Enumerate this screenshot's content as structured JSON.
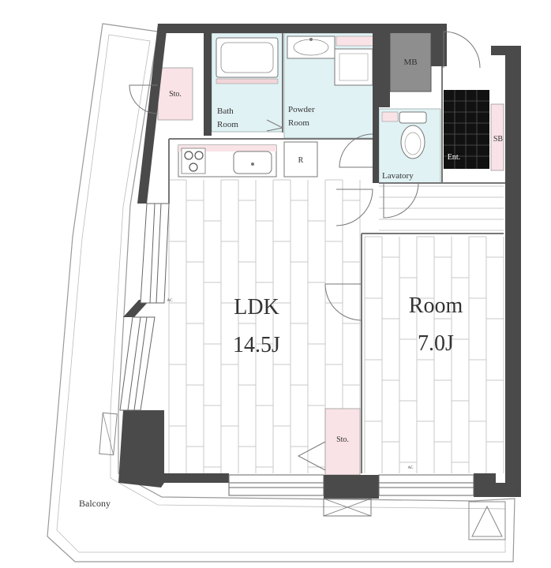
{
  "rooms": {
    "ldk_name": "LDK",
    "ldk_size": "14.5J",
    "room_name": "Room",
    "room_size": "7.0J",
    "bath_line1": "Bath",
    "bath_line2": "Room",
    "powder_line1": "Powder",
    "powder_line2": "Room",
    "lavatory": "Lavatory",
    "storage_top": "Sto.",
    "storage_mid": "Sto.",
    "mb": "MB",
    "sb": "SB",
    "entrance": "Ent.",
    "balcony": "Balcony",
    "fridge": "R",
    "ac_left": "AC",
    "ac_right": "AC"
  },
  "colors": {
    "wall": "#4a4a4a",
    "wet_area": "#e1f2f5",
    "storage": "#f9e3e6",
    "floor_line": "#c9c9c9",
    "entrance_tile": "#111111"
  }
}
